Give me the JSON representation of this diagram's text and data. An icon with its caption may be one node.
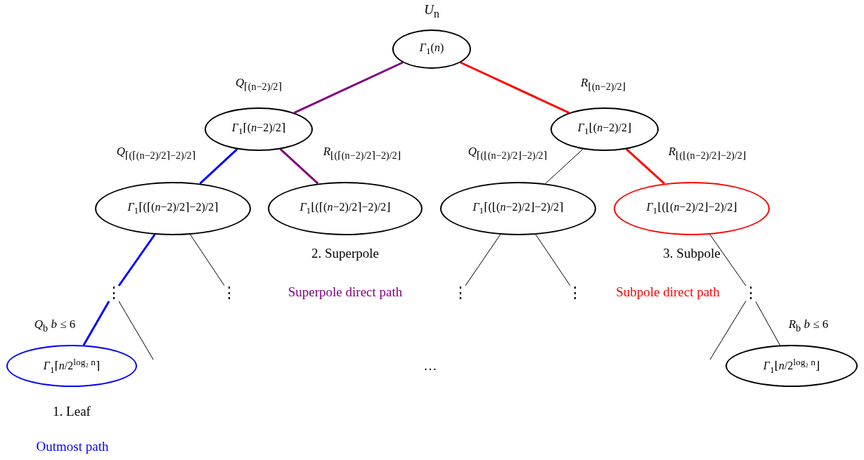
{
  "diagram": {
    "nodes": [
      {
        "text": [
          "*Γ*$_{1}$(*n*)"
        ],
        "beside": [
          "*U*$_{n}$"
        ]
      },
      {
        "text": [
          "*Γ*$_{1}$⌈(*n*−2)/2⌉"
        ]
      },
      {
        "text": [
          "*Γ*$_{1}$⌊(*n*−2)/2⌋"
        ]
      },
      {
        "text": [
          "*Γ*$_{1}$⌈(⌈(*n*−2)/2⌉−2)/2⌉"
        ]
      },
      {
        "text": [
          "*Γ*$_{1}$⌊(⌈(*n*−2)/2⌉−2)/2⌋"
        ],
        "beside": [
          "2. Superpole"
        ]
      },
      {
        "text": [
          "*Γ*$_{1}$⌈(⌊(*n*−2)/2⌋−2)/2⌉"
        ]
      },
      {
        "text": [
          "*Γ*$_{1}$⌊(⌊(*n*−2)/2⌋−2)/2⌋"
        ],
        "beside": [
          "3. Subpole"
        ]
      },
      {
        "text": [
          "⋮"
        ]
      },
      {
        "text": [
          "⋮"
        ]
      },
      {
        "text": [
          "⋮"
        ]
      },
      {
        "text": [
          "⋮"
        ]
      },
      {
        "text": [
          "⋮"
        ]
      },
      {
        "text": [
          "*Γ*$_{1}$⌈*n*/2$^{log₂ n}$⌉"
        ],
        "beside": [
          "1. Leaf"
        ]
      },
      {
        "text": [
          "*Γ*$_{1}$⌊*n*/2$^{log₂ n}$⌋"
        ]
      }
    ],
    "edges": [
      {
        "from": 0,
        "to": 1,
        "arrow": "none",
        "label": "*Q*$_{⌈(n−2)/2⌉}$",
        "style": "thick",
        "color": "#800080"
      },
      {
        "from": 0,
        "to": 2,
        "arrow": "none",
        "label": "*R*$_{⌊(n−2)/2⌋}$",
        "style": "thick",
        "color": "#ff0000"
      },
      {
        "from": 1,
        "to": 3,
        "arrow": "none",
        "label": "*Q*$_{⌈(⌈(n−2)/2⌉−2)/2⌉}$",
        "style": "thick",
        "color": "#0000ff"
      },
      {
        "from": 1,
        "to": 4,
        "arrow": "none",
        "label": "*R*$_{⌊(⌈(n−2)/2⌉−2)/2⌋}$",
        "style": "thick",
        "color": "#800080"
      },
      {
        "from": 2,
        "to": 5,
        "arrow": "none",
        "label": "*Q*$_{⌈(⌊(n−2)/2⌋−2)/2⌉}$"
      },
      {
        "from": 2,
        "to": 6,
        "arrow": "none",
        "label": "*R*$_{⌊(⌊(n−2)/2⌋−2)/2⌋}$",
        "style": "thick",
        "color": "#ff0000"
      },
      {
        "from": 3,
        "to": 7,
        "arrow": "none",
        "style": "thick",
        "color": "#0000ff"
      },
      {
        "from": 3,
        "to": 8,
        "arrow": "none"
      },
      {
        "from": 5,
        "to": 9,
        "arrow": "none"
      },
      {
        "from": 5,
        "to": 10,
        "arrow": "none"
      },
      {
        "from": 6,
        "to": 11,
        "arrow": "none"
      },
      {
        "from": 7,
        "to": 12,
        "arrow": "none",
        "label": "*Q*$_{b}$ *b* ≤ 6",
        "style": "thick",
        "color": "#0000ff"
      },
      {
        "from": 7,
        "to": null,
        "arrow": "none"
      },
      {
        "from": 11,
        "to": null,
        "arrow": "none"
      },
      {
        "from": 11,
        "to": 13,
        "arrow": "none",
        "label": "*R*$_{b}$ *b* ≤ 6"
      }
    ],
    "labels": [
      "Superpole direct path",
      "Subpole direct path",
      "…",
      "Outmost path"
    ]
  }
}
